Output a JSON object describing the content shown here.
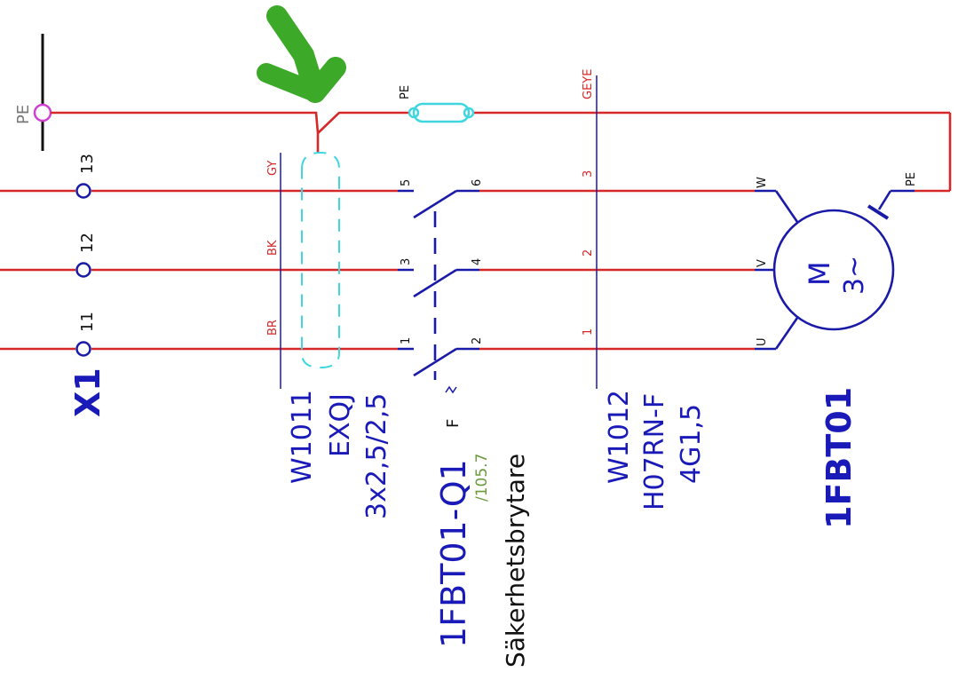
{
  "pe_rail": {
    "label": "PE"
  },
  "terminal_strip": {
    "name": "X1",
    "terminals": [
      {
        "number": "13"
      },
      {
        "number": "12"
      },
      {
        "number": "11"
      }
    ]
  },
  "cable_1": {
    "conductor_colors": [
      "GY",
      "BK",
      "BR"
    ],
    "designation": "W1011",
    "type": "EXQJ",
    "size": "3x2,5/2,5"
  },
  "ferrule_pe": {
    "label": "PE"
  },
  "switch": {
    "pins_in": [
      "5",
      "3",
      "1"
    ],
    "pins_out": [
      "6",
      "4",
      "2"
    ],
    "tag": "1FBT01-Q1",
    "symbol": "F",
    "reference": "/105.7",
    "description": "Säkerhetsbrytare"
  },
  "cable_2": {
    "conductor_numbers": [
      "3",
      "2",
      "1"
    ],
    "pe_color": "GEYE",
    "designation": "W1012",
    "type": "H07RN-F",
    "size": "4G1,5"
  },
  "motor": {
    "terminals": [
      "W",
      "V",
      "U"
    ],
    "pe_label": "PE",
    "symbol_main": "M",
    "symbol_phase": "3~",
    "tag": "1FBT01"
  },
  "colors": {
    "wire": "#d62828",
    "symbol": "#1a1aa8",
    "shield": "#3fd6e0",
    "pe_point": "#d040d0",
    "reference": "#6a9a3a",
    "annotation_mark": "#3caa28"
  },
  "annotation": {
    "icon": "checkmark-icon"
  }
}
